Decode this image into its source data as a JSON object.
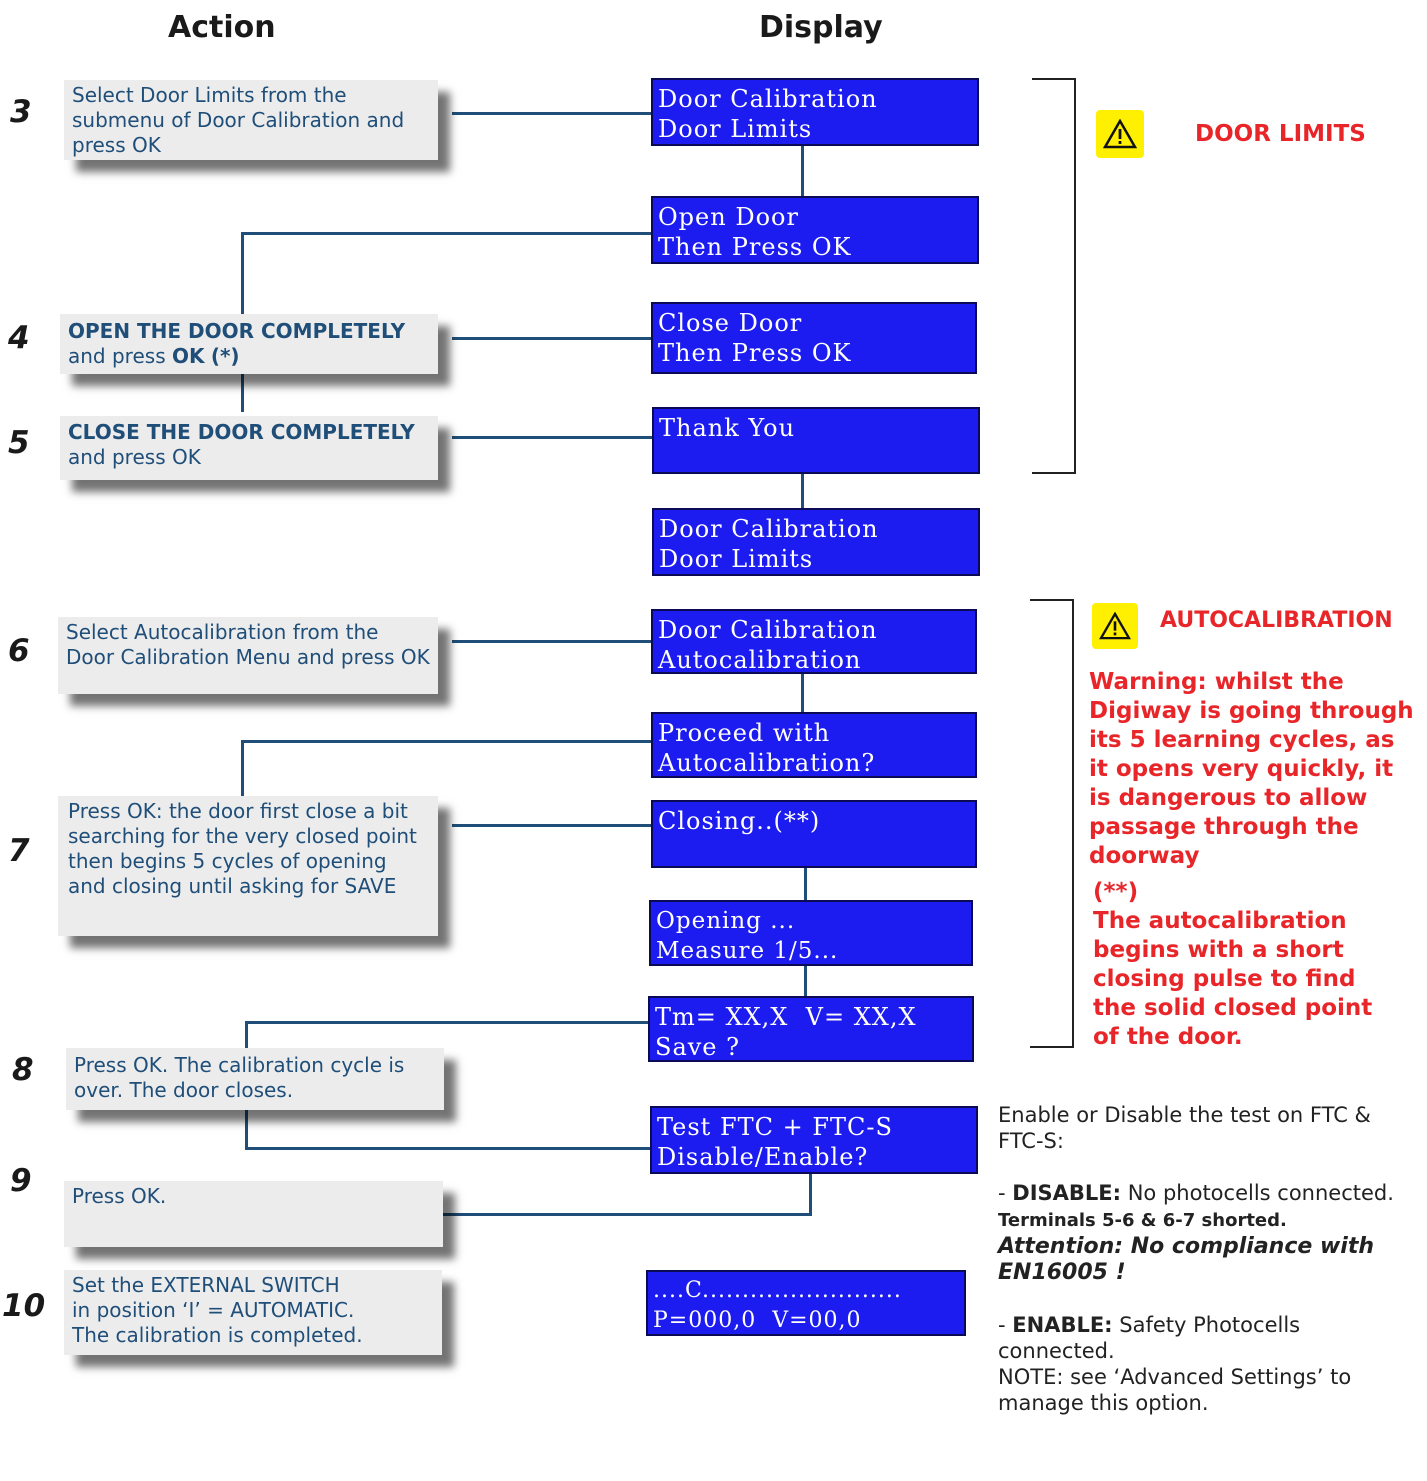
{
  "headers": {
    "action": "Action",
    "display": "Display"
  },
  "steps": [
    {
      "num": "3",
      "html": "Select Door Limits from the submenu of Door Calibration and press OK"
    },
    {
      "num": "4",
      "html": "<b>OPEN THE DOOR COMPLETELY</b> and press <b>OK</b> <b class=\"red\">(*)</b>"
    },
    {
      "num": "5",
      "html": "<b>CLOSE THE DOOR COMPLETELY</b> and press OK"
    },
    {
      "num": "6",
      "html": "Select Autocalibration from the Door Calibration Menu and press OK"
    },
    {
      "num": "7",
      "html": "Press OK: the door first close a bit searching for the very closed point then begins 5 cycles of opening and closing until asking for SAVE"
    },
    {
      "num": "8",
      "html": "Press OK. The calibration cycle is over. The door closes."
    },
    {
      "num": "9",
      "html": "Press OK."
    },
    {
      "num": "10",
      "html": "Set the EXTERNAL SWITCH<br>in position ‘I’ = AUTOMATIC.<br>The calibration is completed."
    }
  ],
  "displays": [
    {
      "l1": "Door Calibration",
      "l2": "Door Limits"
    },
    {
      "l1": "Open Door",
      "l2": "Then Press OK"
    },
    {
      "l1": "Close Door",
      "l2": "Then Press OK"
    },
    {
      "l1": "Thank You",
      "l2": ""
    },
    {
      "l1": "Door Calibration",
      "l2": "Door Limits"
    },
    {
      "l1": "Door Calibration",
      "l2": "Autocalibration"
    },
    {
      "l1": "Proceed with",
      "l2": "Autocalibration?"
    },
    {
      "l1": "Closing..(**)",
      "l2": ""
    },
    {
      "l1": "Opening ...",
      "l2": "Measure 1/5..."
    },
    {
      "l1": "Tm= XX,X  V= XX,X",
      "l2": "Save ?"
    },
    {
      "l1": "Test FTC + FTC-S",
      "l2": "Disable/Enable?"
    },
    {
      "l1": "....C.........................",
      "l2": "P=000,0  V=00,0"
    }
  ],
  "door_limits": {
    "title": "DOOR LIMITS"
  },
  "autocalibration": {
    "title": "AUTOCALIBRATION",
    "warning": "Warning: whilst the Digiway is going through its 5 learning cycles, as it opens very quickly, it is dangerous to allow passage through the doorway",
    "note_mark": "(**)",
    "note": "The autocalibration begins with a short closing pulse to find the solid closed point of the door."
  },
  "ftc_info": {
    "intro": "Enable or Disable the test on FTC & FTC-S:",
    "disable_label": "DISABLE:",
    "disable_text": "No photocells connected.",
    "disable_bold": "Terminals 5-6 & 6-7 shorted.",
    "attention": "Attention: No compliance with EN16005 !",
    "enable_label": "ENABLE:",
    "enable_text": "Safety Photocells connected.",
    "note": "NOTE: see ‘Advanced Settings’ to manage this option."
  },
  "colors": {
    "lcd_bg": "#1c1cf0",
    "action_text": "#1f4e79",
    "warning": "#e8262a",
    "warn_icon_bg": "#ffef00"
  }
}
